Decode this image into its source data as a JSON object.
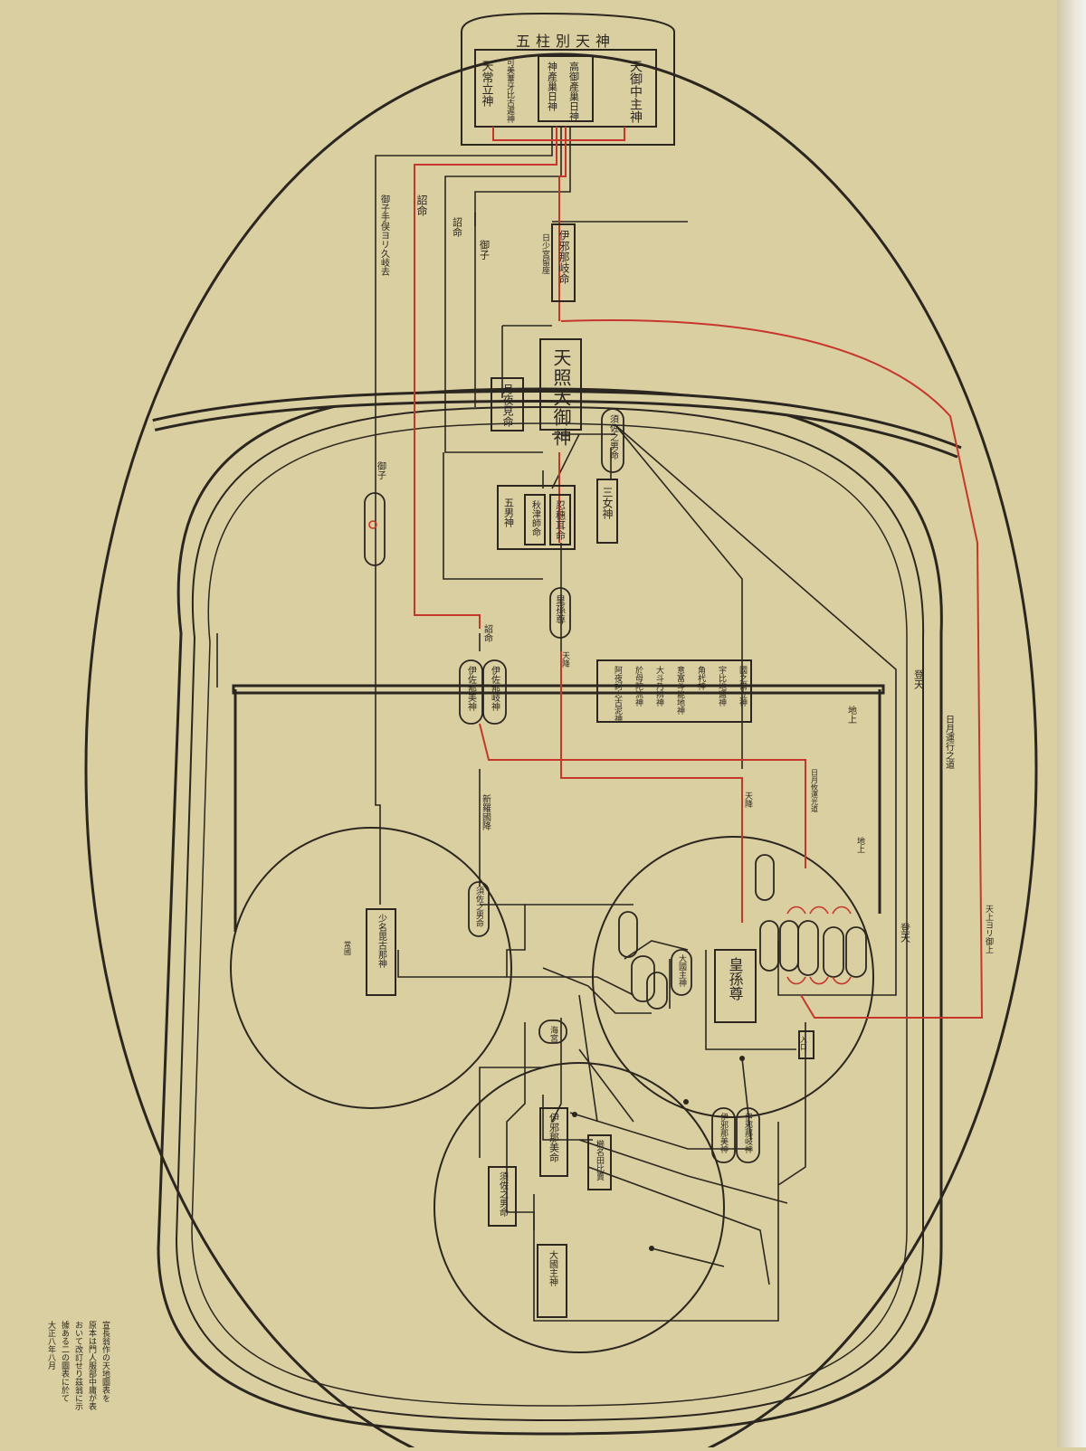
{
  "colors": {
    "paper": "#d9cfa0",
    "ink": "#2b2620",
    "red": "#c8362b"
  },
  "top_box": {
    "title": "五柱別天神",
    "deities": [
      "天御中主神",
      "高御產巢日神",
      "神產巢日神",
      "可美葦牙比古遲神",
      "天常立神"
    ]
  },
  "heaven": {
    "amaterasu": "天照大御神",
    "tsukuyomi": "月夜見命",
    "susanoo": "須佐之男命",
    "oshiho": "忍穗耳命",
    "akitsu": "秋津師命",
    "five_male": "五男神",
    "three_female": "三女神",
    "izanagi_top": "伊邪那岐命",
    "note_hinowakamiya": "日少宮留座"
  },
  "middle": {
    "ninigi": "皇孫尊",
    "izanagi": "伊佐那岐神",
    "izanami": "伊佐那美神",
    "kami_list": [
      "國之常立神",
      "宇比地邇神",
      "角杙神",
      "意富斗能地神",
      "大斗乃辨神",
      "於母陀流神",
      "阿夜訶志古泥神"
    ]
  },
  "earth": {
    "sukuna": "少名毘古那神",
    "ninigi2": "皇孫尊",
    "okuni": "大國主神",
    "umi": "海宮",
    "susanoo_mid": "須佐之男命",
    "izanami_low": "伊邪那美命",
    "okuni_low": "大國主神",
    "yomi_susanoo": "須佐之男命",
    "kushinada": "櫛名田比賣",
    "izanami_side": "伊邪那美神",
    "izanagi_side": "伊邪那岐神"
  },
  "labels": {
    "mikoto1": "詔命",
    "mikoto2": "詔命",
    "mikoto3": "詔命",
    "miko1": "御子",
    "miko2": "御子",
    "miko_hand": "御子手俣ヨリ久岐去",
    "tenko": "天降",
    "tenko2": "天降",
    "chijo": "地上",
    "chijo2": "地上",
    "toten": "登天",
    "toten2": "登天",
    "nichigetsu": "日月運行之道",
    "nichigetsu2": "日月攸運光道",
    "sakoku": "常國",
    "shiragi": "新羅國降",
    "tentogo": "天上ヨリ御上",
    "iri": "入口"
  },
  "colophon": [
    "宣長翁作の天地圖表を",
    "原本は門人服部中庸が表",
    "おいて改訂せり茲翁に示",
    "據ある二の圖表に於て",
    "大正八年八月"
  ]
}
